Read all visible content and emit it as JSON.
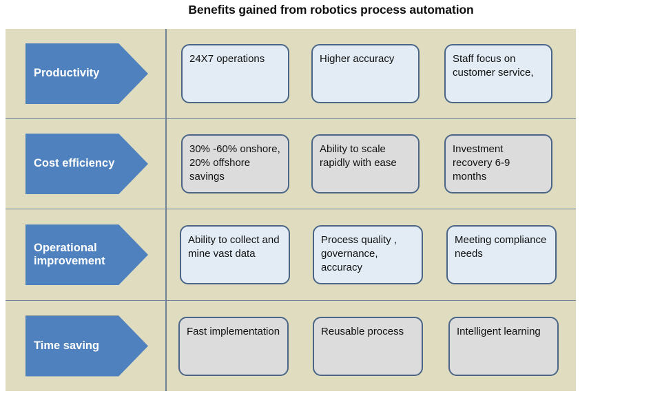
{
  "title": "Benefits gained from robotics process automation",
  "colors": {
    "panel_background": "#dfdcc0",
    "arrow_fill": "#4e81bd",
    "arrow_border": "#2f4e74",
    "arrow_text": "#ffffff",
    "box_border": "#4a6585",
    "box_fill_blue": "#e3ecf5",
    "box_fill_grey": "#dcdcdc",
    "divider": "#6e8298",
    "title_text": "#111111"
  },
  "rows": [
    {
      "category": "Productivity",
      "box_style": "blue",
      "benefits": [
        "24X7 operations",
        "Higher accuracy",
        "Staff focus on customer service,"
      ]
    },
    {
      "category": "Cost efficiency",
      "box_style": "grey",
      "benefits": [
        "30% -60% onshore, 20% offshore savings",
        "Ability to scale rapidly with ease",
        "Investment recovery  6-9 months"
      ]
    },
    {
      "category": "Operational improvement",
      "box_style": "blue",
      "benefits": [
        "Ability to collect and mine vast data",
        "Process quality , governance, accuracy",
        "Meeting compliance needs"
      ]
    },
    {
      "category": "Time saving",
      "box_style": "grey",
      "benefits": [
        "Fast implementation",
        "Reusable process",
        "Intelligent learning"
      ]
    }
  ]
}
